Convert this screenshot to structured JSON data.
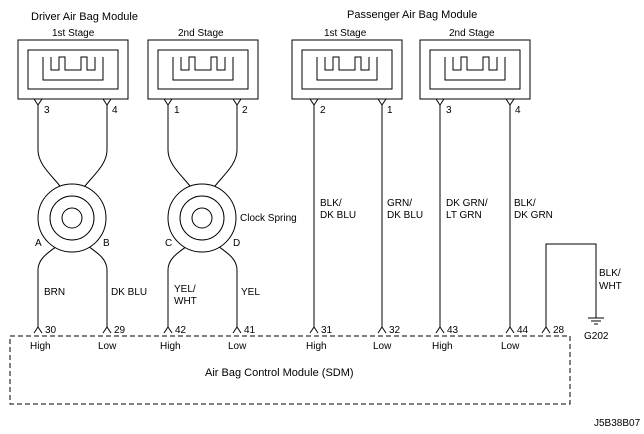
{
  "titles": {
    "driver": "Driver Air Bag Module",
    "passenger": "Passenger Air Bag Module"
  },
  "stages": {
    "d1": "1st Stage",
    "d2": "2nd Stage",
    "p1": "1st Stage",
    "p2": "2nd Stage"
  },
  "connector_pins": {
    "d1_left": "3",
    "d1_right": "4",
    "d2_left": "1",
    "d2_right": "2",
    "p1_left": "2",
    "p1_right": "1",
    "p2_left": "3",
    "p2_right": "4"
  },
  "clock_spring": {
    "label": "Clock Spring",
    "terminals": {
      "a": "A",
      "b": "B",
      "c": "C",
      "d": "D"
    }
  },
  "wires": {
    "brn": "BRN",
    "dk_blu": "DK BLU",
    "yel_wht_1": "YEL/",
    "yel_wht_2": "WHT",
    "yel": "YEL",
    "blk_dkblu_1": "BLK/",
    "blk_dkblu_2": "DK BLU",
    "grn_dkblu_1": "GRN/",
    "grn_dkblu_2": "DK BLU",
    "dkgrn_ltgrn_1": "DK GRN/",
    "dkgrn_ltgrn_2": "LT GRN",
    "blk_dkgrn_1": "BLK/",
    "blk_dkgrn_2": "DK GRN",
    "blk_wht_1": "BLK/",
    "blk_wht_2": "WHT"
  },
  "sdm_pins": {
    "p30": "30",
    "p29": "29",
    "p42": "42",
    "p41": "41",
    "p31": "31",
    "p32": "32",
    "p43": "43",
    "p44": "44",
    "p28": "28"
  },
  "sdm_levels": {
    "l30": "High",
    "l29": "Low",
    "l42": "High",
    "l41": "Low",
    "l31": "High",
    "l32": "Low",
    "l43": "High",
    "l44": "Low"
  },
  "ground": "G202",
  "sdm_label": "Air Bag Control Module (SDM)",
  "figure_id": "J5B38B07"
}
